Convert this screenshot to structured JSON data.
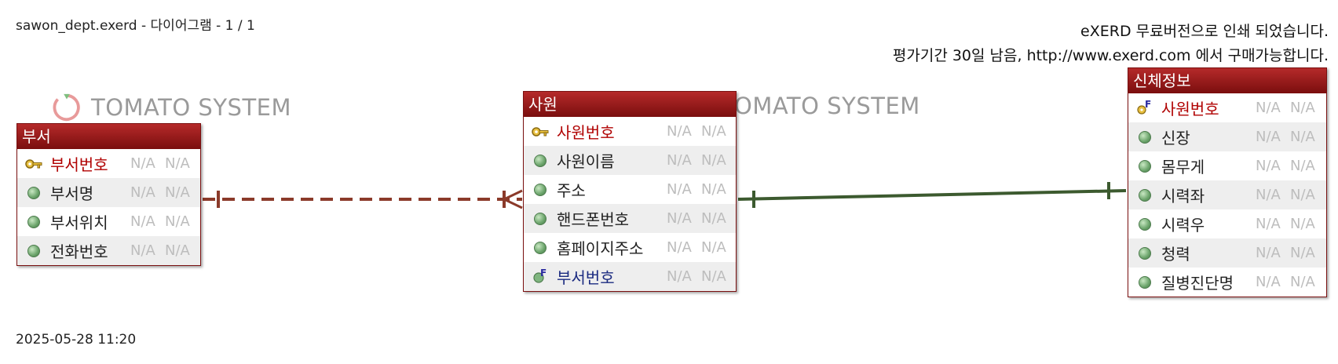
{
  "header": {
    "doc_title": "sawon_dept.exerd - 다이어그램 - 1 / 1",
    "notice_line1": "eXERD 무료버전으로 인쇄 되었습니다.",
    "notice_line2": "평가기간 30일 남음, http://www.exerd.com 에서 구매가능합니다."
  },
  "watermark": {
    "text": "TOMATO SYSTEM",
    "partial_text": "OMATO SYSTEM"
  },
  "footer": {
    "timestamp": "2025-05-28 11:20"
  },
  "colors": {
    "entity_header": "#9a1c1c",
    "dashed_relation": "#8b3a2a",
    "solid_relation": "#3c5a2f",
    "pk_text": "#b00000",
    "fk_text": "#1a2a80"
  },
  "entities": {
    "dept": {
      "title": "부서",
      "attributes": [
        {
          "name": "부서번호",
          "kind": "pk",
          "icon": "key-icon",
          "type": "N/A",
          "null": "N/A"
        },
        {
          "name": "부서명",
          "kind": "normal",
          "icon": "attribute-dot-icon",
          "type": "N/A",
          "null": "N/A"
        },
        {
          "name": "부서위치",
          "kind": "normal",
          "icon": "attribute-dot-icon",
          "type": "N/A",
          "null": "N/A"
        },
        {
          "name": "전화번호",
          "kind": "normal",
          "icon": "attribute-dot-icon",
          "type": "N/A",
          "null": "N/A"
        }
      ]
    },
    "sawon": {
      "title": "사원",
      "attributes": [
        {
          "name": "사원번호",
          "kind": "pk",
          "icon": "key-icon",
          "type": "N/A",
          "null": "N/A"
        },
        {
          "name": "사원이름",
          "kind": "normal",
          "icon": "attribute-dot-icon",
          "type": "N/A",
          "null": "N/A"
        },
        {
          "name": "주소",
          "kind": "normal",
          "icon": "attribute-dot-icon",
          "type": "N/A",
          "null": "N/A"
        },
        {
          "name": "핸드폰번호",
          "kind": "normal",
          "icon": "attribute-dot-icon",
          "type": "N/A",
          "null": "N/A"
        },
        {
          "name": "홈페이지주소",
          "kind": "normal",
          "icon": "attribute-dot-icon",
          "type": "N/A",
          "null": "N/A"
        },
        {
          "name": "부서번호",
          "kind": "fk",
          "icon": "foreign-key-icon",
          "type": "N/A",
          "null": "N/A"
        }
      ]
    },
    "body_info": {
      "title": "신체정보",
      "attributes": [
        {
          "name": "사원번호",
          "kind": "pk",
          "icon": "primary-foreign-key-icon",
          "type": "N/A",
          "null": "N/A"
        },
        {
          "name": "신장",
          "kind": "normal",
          "icon": "attribute-dot-icon",
          "type": "N/A",
          "null": "N/A"
        },
        {
          "name": "몸무게",
          "kind": "normal",
          "icon": "attribute-dot-icon",
          "type": "N/A",
          "null": "N/A"
        },
        {
          "name": "시력좌",
          "kind": "normal",
          "icon": "attribute-dot-icon",
          "type": "N/A",
          "null": "N/A"
        },
        {
          "name": "시력우",
          "kind": "normal",
          "icon": "attribute-dot-icon",
          "type": "N/A",
          "null": "N/A"
        },
        {
          "name": "청력",
          "kind": "normal",
          "icon": "attribute-dot-icon",
          "type": "N/A",
          "null": "N/A"
        },
        {
          "name": "질병진단명",
          "kind": "normal",
          "icon": "attribute-dot-icon",
          "type": "N/A",
          "null": "N/A"
        }
      ]
    }
  }
}
